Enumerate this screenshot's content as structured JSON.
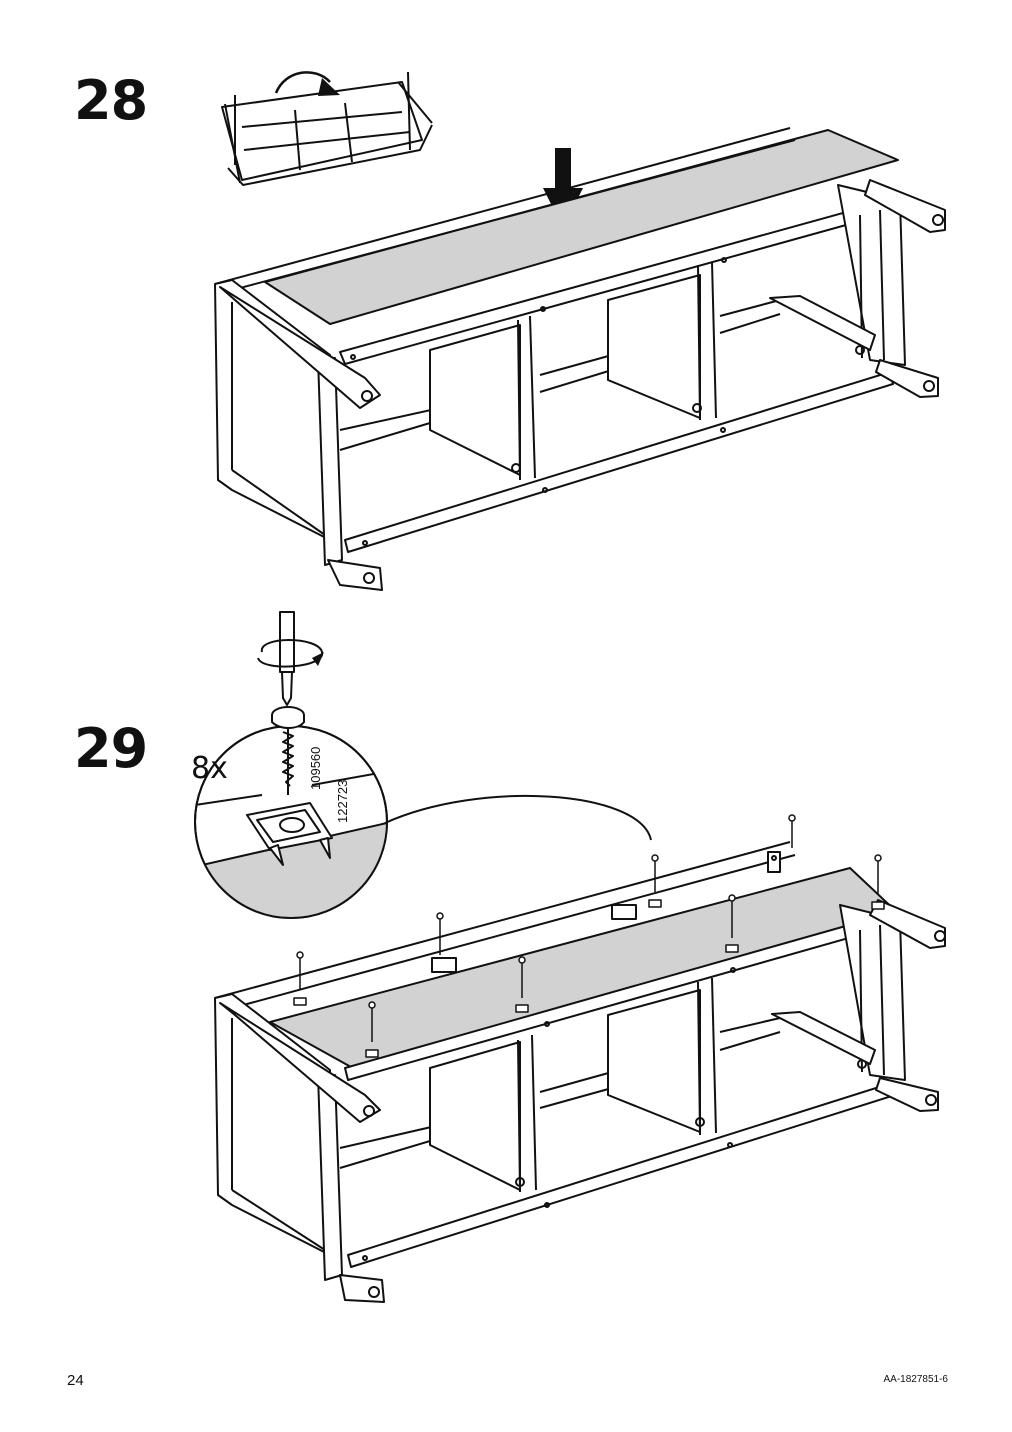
{
  "steps": [
    {
      "number": "28"
    },
    {
      "number": "29",
      "quantity": "8x",
      "part_codes": [
        "109560",
        "122723"
      ]
    }
  ],
  "footer": {
    "page_number": "24",
    "doc_code": "AA-1827851-6"
  },
  "colors": {
    "ink": "#111111",
    "panel_gray": "#d2d2d2",
    "paper": "#ffffff"
  },
  "icons": [
    "rotate-arrow-icon",
    "down-arrow-icon",
    "screwdriver-icon",
    "screw-icon",
    "clip-fitting-icon"
  ]
}
